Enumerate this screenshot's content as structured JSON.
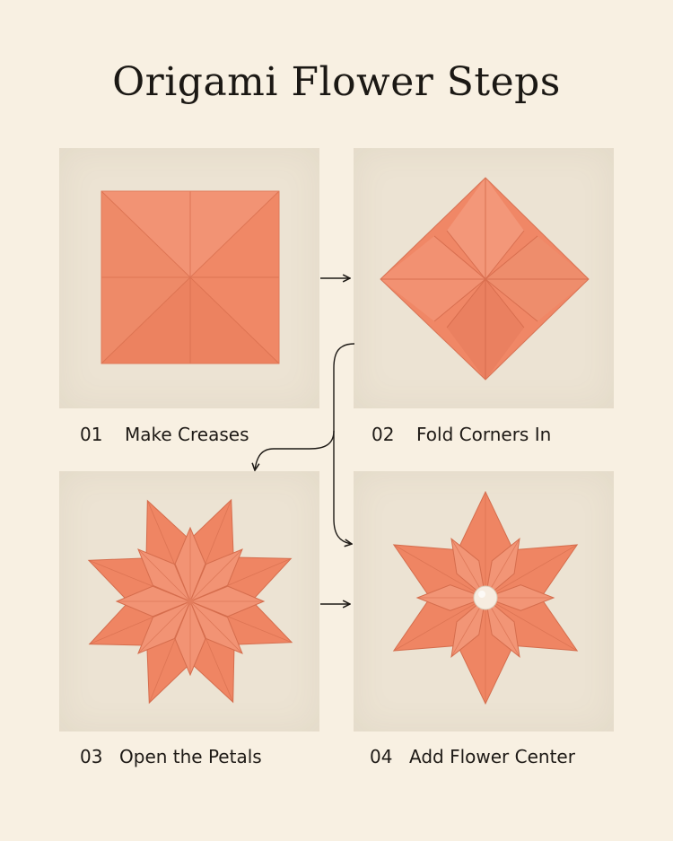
{
  "title": "Origami Flower Steps",
  "paper_color": "#ef8a68",
  "background_color": "#f8f0e2",
  "panel_color": "#ece3d3",
  "steps": [
    {
      "number": "01",
      "label": "Make Creases"
    },
    {
      "number": "02",
      "label": "Fold Corners In"
    },
    {
      "number": "03",
      "label": "Open the Petals"
    },
    {
      "number": "04",
      "label": "Add Flower Center"
    }
  ],
  "icons": [
    "arrow-right-icon",
    "curved-arrow-icon"
  ]
}
